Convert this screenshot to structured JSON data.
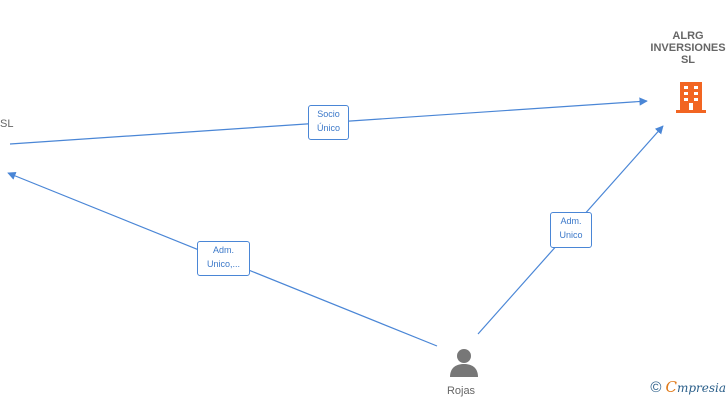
{
  "nodes": {
    "left_company": {
      "label": "SL"
    },
    "target_company": {
      "label_lines": [
        "ALRG",
        "INVERSIONES",
        "SL"
      ],
      "icon": "building-icon"
    },
    "person": {
      "label": "Rojas",
      "icon": "person-icon"
    }
  },
  "edges": {
    "socio_unico": {
      "line1": "Socio",
      "line2": "Único"
    },
    "adm_unico_left": {
      "line1": "Adm.",
      "line2": "Unico,..."
    },
    "adm_unico_right": {
      "line1": "Adm.",
      "line2": "Unico"
    }
  },
  "footer": {
    "copyright": "©",
    "brand_first": "C",
    "brand_rest": "mpresia"
  },
  "colors": {
    "edge": "#4a86d6",
    "building": "#f26522",
    "person": "#777777"
  }
}
